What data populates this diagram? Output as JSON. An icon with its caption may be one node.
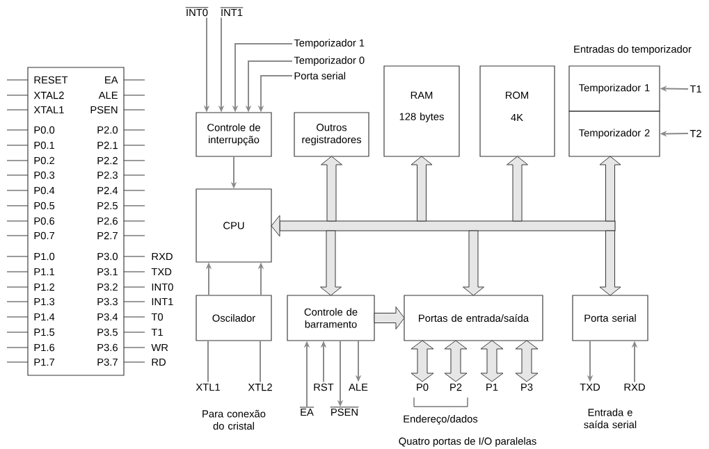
{
  "diagram": {
    "nodes": [
      {
        "text": [
          "RESET",
          "EA",
          "XTAL2",
          "ALE",
          "XTAL1",
          "PSEN",
          "P0.0",
          "P2.0",
          "P0.1",
          "P2.1",
          "P0.2",
          "P2.2",
          "P0.3",
          "P2.3",
          "P0.4",
          "P2.4",
          "P0.5",
          "P2.5",
          "P0.6",
          "P2.6",
          "P0.7",
          "P2.7",
          "P1.0",
          "P3.0",
          "P1.1",
          "P3.1",
          "P1.2",
          "P3.2",
          "P1.3",
          "P3.3",
          "P1.4",
          "P3.4",
          "P1.5",
          "P3.5",
          "P1.6",
          "P3.6",
          "P1.7",
          "P3.7"
        ]
      },
      {
        "text": [
          "Controle de interrupção"
        ]
      },
      {
        "text": [
          "Outros registradores"
        ]
      },
      {
        "text": [
          "RAM",
          "128 bytes"
        ]
      },
      {
        "text": [
          "ROM",
          "4K"
        ]
      },
      {
        "text": [
          "Temporizador 1"
        ]
      },
      {
        "text": [
          "Temporizador 2"
        ]
      },
      {
        "text": [
          "CPU"
        ]
      },
      {
        "text": [
          "Oscilador"
        ]
      },
      {
        "text": [
          "Controle de barramento"
        ]
      },
      {
        "text": [
          "Portas de entrada/saída"
        ]
      },
      {
        "text": [
          "Porta serial"
        ]
      },
      {
        "text": [
          "INT0"
        ]
      },
      {
        "text": [
          "INT1"
        ]
      },
      {
        "text": [
          "Temporizador 1"
        ]
      },
      {
        "text": [
          "Temporizador 0"
        ]
      },
      {
        "text": [
          "Porta serial"
        ]
      },
      {
        "text": [
          "T1"
        ]
      },
      {
        "text": [
          "T2"
        ]
      },
      {
        "text": [
          "XTL1"
        ]
      },
      {
        "text": [
          "XTL2"
        ]
      },
      {
        "text": [
          "EA"
        ]
      },
      {
        "text": [
          "RST"
        ]
      },
      {
        "text": [
          "PSEN"
        ]
      },
      {
        "text": [
          "ALE"
        ]
      },
      {
        "text": [
          "P0"
        ]
      },
      {
        "text": [
          "P2"
        ]
      },
      {
        "text": [
          "P1"
        ]
      },
      {
        "text": [
          "P3"
        ]
      },
      {
        "text": [
          "TXD"
        ]
      },
      {
        "text": [
          "RXD"
        ]
      },
      {
        "text": [],
        "shape": "bar"
      }
    ],
    "edges": [
      {
        "from": 12,
        "to": 1,
        "arrow": "to"
      },
      {
        "from": 13,
        "to": 1,
        "arrow": "to"
      },
      {
        "from": 14,
        "to": 1,
        "arrow": "to"
      },
      {
        "from": 15,
        "to": 1,
        "arrow": "to"
      },
      {
        "from": 16,
        "to": 1,
        "arrow": "to"
      },
      {
        "from": 1,
        "to": 7,
        "arrow": "to"
      },
      {
        "from": 8,
        "to": 7,
        "arrow": "to"
      },
      {
        "from": 8,
        "to": 7,
        "arrow": "to"
      },
      {
        "from": 19,
        "to": 8,
        "arrow": "none"
      },
      {
        "from": 20,
        "to": 8,
        "arrow": "none"
      },
      {
        "from": 21,
        "to": 9,
        "arrow": "to"
      },
      {
        "from": 22,
        "to": 9,
        "arrow": "to"
      },
      {
        "from": 9,
        "to": 23,
        "arrow": "to"
      },
      {
        "from": 9,
        "to": 24,
        "arrow": "to"
      },
      {
        "from": 17,
        "to": 5,
        "arrow": "to"
      },
      {
        "from": 18,
        "to": 6,
        "arrow": "to"
      },
      {
        "from": 11,
        "to": 29,
        "arrow": "to"
      },
      {
        "from": 30,
        "to": 11,
        "arrow": "to"
      },
      {
        "from": 31,
        "to": 7,
        "arrow": "to",
        "style": "thick"
      },
      {
        "from": 31,
        "to": 2,
        "arrow": "to",
        "style": "thick"
      },
      {
        "from": 31,
        "to": 3,
        "arrow": "to",
        "style": "thick"
      },
      {
        "from": 31,
        "to": 4,
        "arrow": "to",
        "style": "thick"
      },
      {
        "from": 31,
        "to": 6,
        "arrow": "to",
        "style": "thick"
      },
      {
        "from": 31,
        "to": 9,
        "arrow": "to",
        "style": "thick"
      },
      {
        "from": 31,
        "to": 10,
        "arrow": "to",
        "style": "thick"
      },
      {
        "from": 31,
        "to": 11,
        "arrow": "to",
        "style": "thick"
      },
      {
        "from": 9,
        "to": 10,
        "arrow": "to",
        "style": "thick"
      },
      {
        "from": 10,
        "to": 25,
        "arrow": "both",
        "style": "thick"
      },
      {
        "from": 10,
        "to": 26,
        "arrow": "both",
        "style": "thick"
      },
      {
        "from": 10,
        "to": 27,
        "arrow": "both",
        "style": "thick"
      },
      {
        "from": 10,
        "to": 28,
        "arrow": "both",
        "style": "thick"
      }
    ],
    "labels": [
      "RXD",
      "TXD",
      "INT0",
      "INT1",
      "T0",
      "T1",
      "WR",
      "RD",
      "Entradas do temporizador",
      "Para conexão do cristal",
      "Endereço/dados",
      "Entrada e saída serial",
      "Quatro portas de I/O paralelas"
    ]
  }
}
